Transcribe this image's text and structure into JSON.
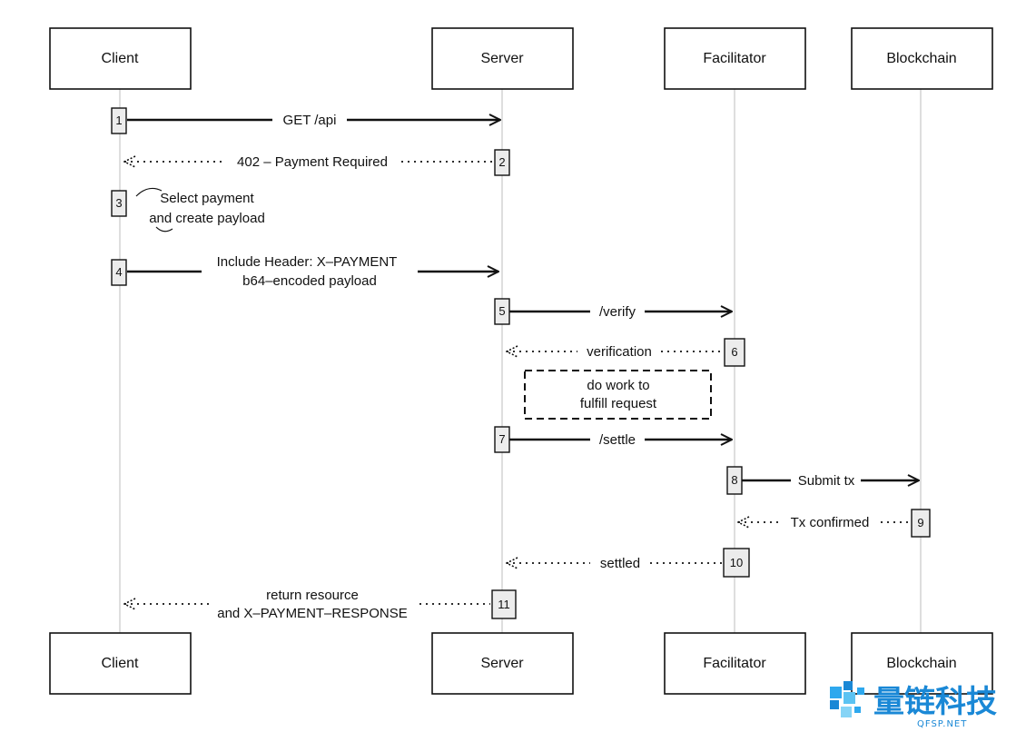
{
  "actors": [
    "Client",
    "Server",
    "Facilitator",
    "Blockchain"
  ],
  "steps": [
    "1",
    "2",
    "3",
    "4",
    "5",
    "6",
    "7",
    "8",
    "9",
    "10",
    "11"
  ],
  "messages": {
    "m1": "GET /api",
    "m2": "402 – Payment Required",
    "m3_line1": "Select payment",
    "m3_line2": "and create payload",
    "m4_line1": "Include Header: X–PAYMENT",
    "m4_line2": "b64–encoded payload",
    "m5": "/verify",
    "m6": "verification",
    "note_line1": "do work to",
    "note_line2": "fulfill request",
    "m7": "/settle",
    "m8": "Submit tx",
    "m9": "Tx confirmed",
    "m10": "settled",
    "m11_line1": "return resource",
    "m11_line2": "and X–PAYMENT–RESPONSE"
  },
  "watermark": {
    "title": "量链科技",
    "subtitle": "QFSP.NET"
  },
  "colors": {
    "line": "#111111",
    "lifeline": "#c8c8c8",
    "step_fill": "#ececec",
    "watermark": "#1a88d6"
  }
}
